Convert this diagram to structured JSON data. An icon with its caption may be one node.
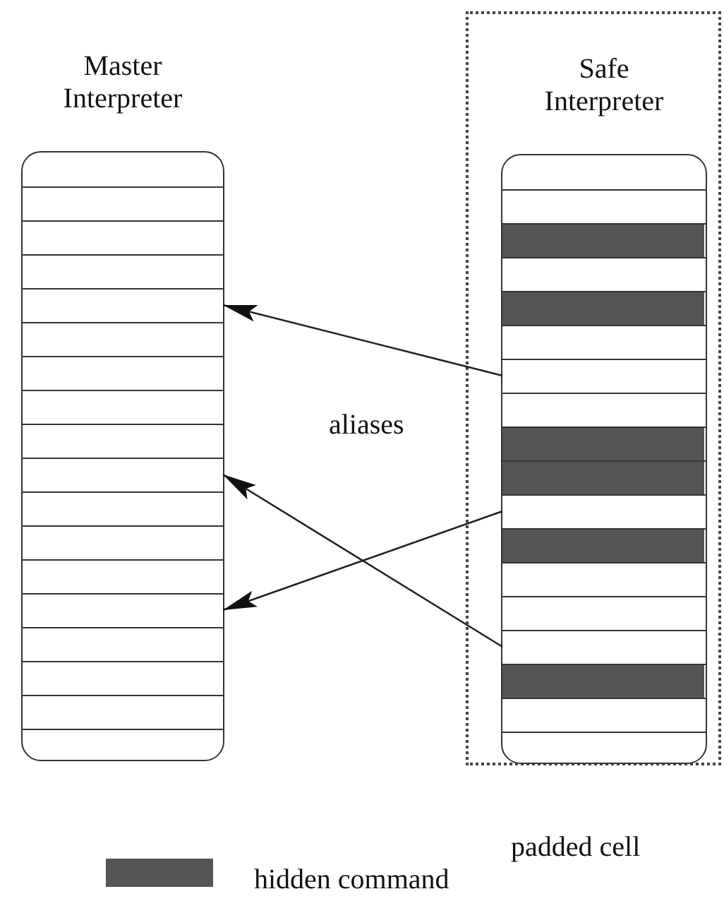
{
  "diagram": {
    "nodes": [
      {
        "text": [
          "Master Interpreter"
        ]
      },
      {
        "text": [],
        "shape": "box",
        "in": 0
      },
      {
        "text": [],
        "shape": "box",
        "in": 0
      },
      {
        "text": [],
        "shape": "box",
        "in": 0
      },
      {
        "text": [
          "padded cell"
        ]
      },
      {
        "text": [
          "Safe Interpreter"
        ],
        "in": 4
      },
      {
        "text": [],
        "shape": "box",
        "in": 5
      },
      {
        "text": [],
        "shape": "box",
        "in": 5
      },
      {
        "text": [],
        "shape": "box",
        "in": 5
      }
    ],
    "edges": [
      {
        "from": 6,
        "to": 1,
        "arrow": "to"
      },
      {
        "from": 7,
        "to": 3,
        "arrow": "to"
      },
      {
        "from": 8,
        "to": 2,
        "arrow": "to"
      }
    ],
    "labels": [
      "aliases"
    ],
    "legend": [
      {
        "text": "hidden command",
        "color": "#555555"
      }
    ]
  }
}
